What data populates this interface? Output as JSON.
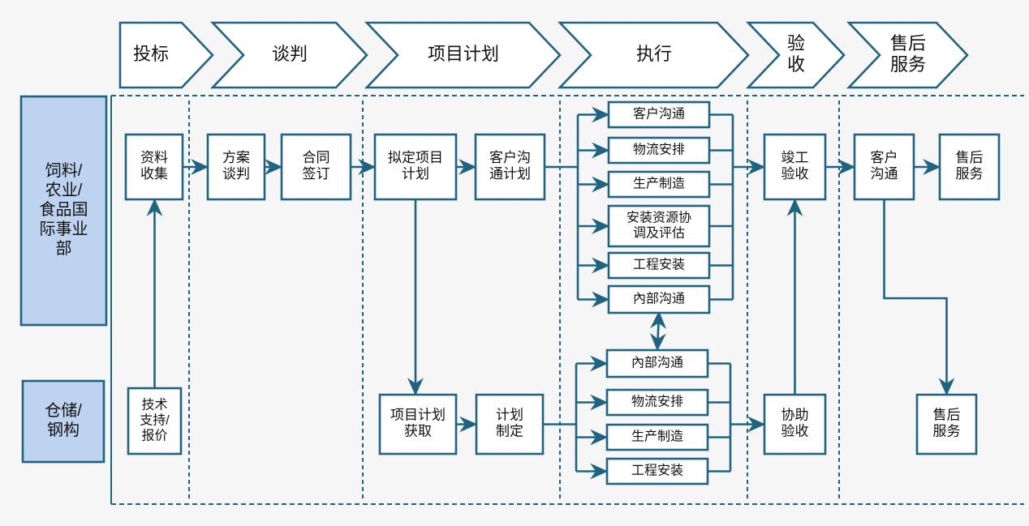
{
  "theme": {
    "stroke": "#1F6383",
    "lane_fill": "#BDD3EF",
    "box_fill": "#FFFFFF",
    "background": "#F6F6F6",
    "text": "#111111"
  },
  "phases": [
    {
      "id": "bid",
      "label": "投标"
    },
    {
      "id": "negotiation",
      "label": "谈判"
    },
    {
      "id": "project-plan",
      "label": "项目计划"
    },
    {
      "id": "execution",
      "label": "执行"
    },
    {
      "id": "acceptance",
      "label": "验\n收"
    },
    {
      "id": "after-sales",
      "label": "售后\n服务"
    }
  ],
  "lanes": [
    {
      "id": "feed-agri-food",
      "label": "饲料/\n农业/\n食品国\n际事业\n部"
    },
    {
      "id": "warehouse-steel",
      "label": "仓储/\n钢构"
    }
  ],
  "nodes": {
    "top_lane": [
      {
        "id": "data-collection",
        "label": "资料\n收集"
      },
      {
        "id": "scheme-negotiation",
        "label": "方案\n谈判"
      },
      {
        "id": "contract-signing",
        "label": "合同\n签订"
      },
      {
        "id": "draft-project-plan",
        "label": "拟定项目\n计划"
      },
      {
        "id": "customer-comm-plan",
        "label": "客户沟\n通计划"
      },
      {
        "id": "exec-customer-comm",
        "label": "客户沟通"
      },
      {
        "id": "exec-logistics",
        "label": "物流安排"
      },
      {
        "id": "exec-manufacturing",
        "label": "生产制造"
      },
      {
        "id": "exec-install-resource",
        "label": "安装资源协\n调及评估"
      },
      {
        "id": "exec-engineering-install",
        "label": "工程安装"
      },
      {
        "id": "exec-internal-comm",
        "label": "內部沟通"
      },
      {
        "id": "completion-acceptance",
        "label": "竣工\n验收"
      },
      {
        "id": "post-customer-comm",
        "label": "客户\n沟通"
      },
      {
        "id": "after-sales-service-top",
        "label": "售后\n服务"
      }
    ],
    "bottom_lane": [
      {
        "id": "tech-support-quote",
        "label": "技术\n支持/\n报价"
      },
      {
        "id": "get-project-plan",
        "label": "项目计划\n获取"
      },
      {
        "id": "plan-formulation",
        "label": "计划\n制定"
      },
      {
        "id": "exec2-internal-comm",
        "label": "內部沟通"
      },
      {
        "id": "exec2-logistics",
        "label": "物流安排"
      },
      {
        "id": "exec2-manufacturing",
        "label": "生产制造"
      },
      {
        "id": "exec2-engineering-install",
        "label": "工程安装"
      },
      {
        "id": "assist-acceptance",
        "label": "协助\n验收"
      },
      {
        "id": "after-sales-service-bottom",
        "label": "售后\n服务"
      }
    ]
  },
  "diagram": {
    "type": "swimlane-flowchart",
    "lane_count": 2,
    "phase_count": 6
  }
}
